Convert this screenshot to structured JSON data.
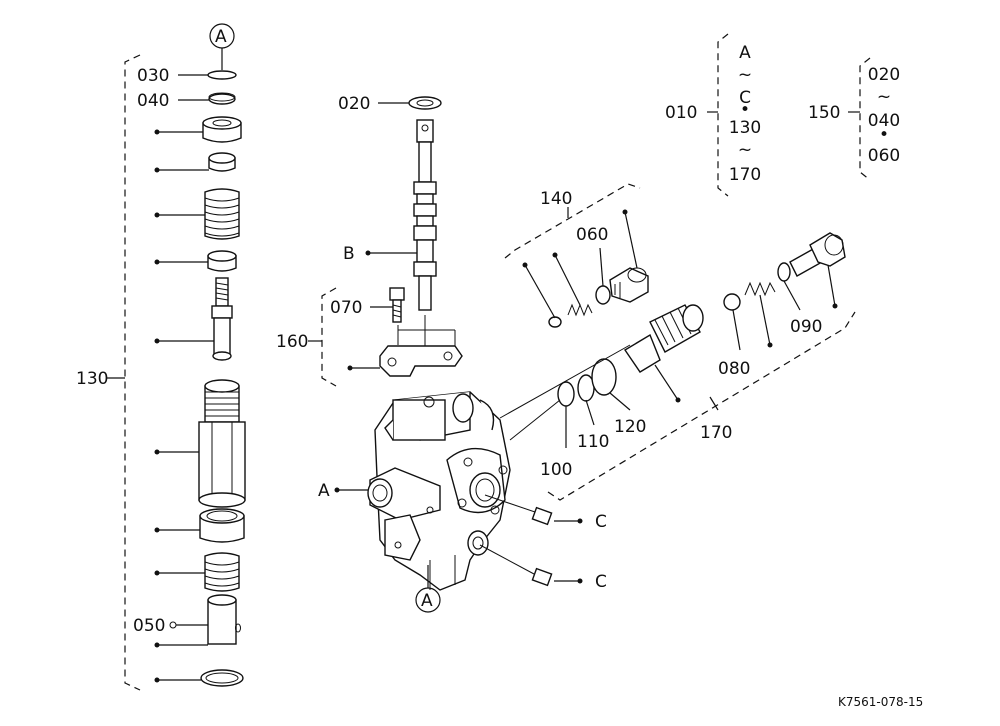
{
  "labels": {
    "circle_a_top": "A",
    "circle_a_bottom": "A",
    "p030": "030",
    "p040": "040",
    "p050": "050",
    "p130": "130",
    "p020": "020",
    "pB": "B",
    "p070": "070",
    "p160": "160",
    "pA": "A",
    "pC1": "C",
    "pC2": "C",
    "p140": "140",
    "p060": "060",
    "p090": "090",
    "p080": "080",
    "p100": "100",
    "p110": "110",
    "p120": "120",
    "p170": "170"
  },
  "group_010": {
    "label": "010",
    "items": [
      "A",
      "~",
      "C",
      "•",
      "130",
      "~",
      "170"
    ]
  },
  "group_150": {
    "label": "150",
    "items": [
      "020",
      "~",
      "040",
      "•",
      "060"
    ]
  },
  "figure_code": "K7561-078-15"
}
